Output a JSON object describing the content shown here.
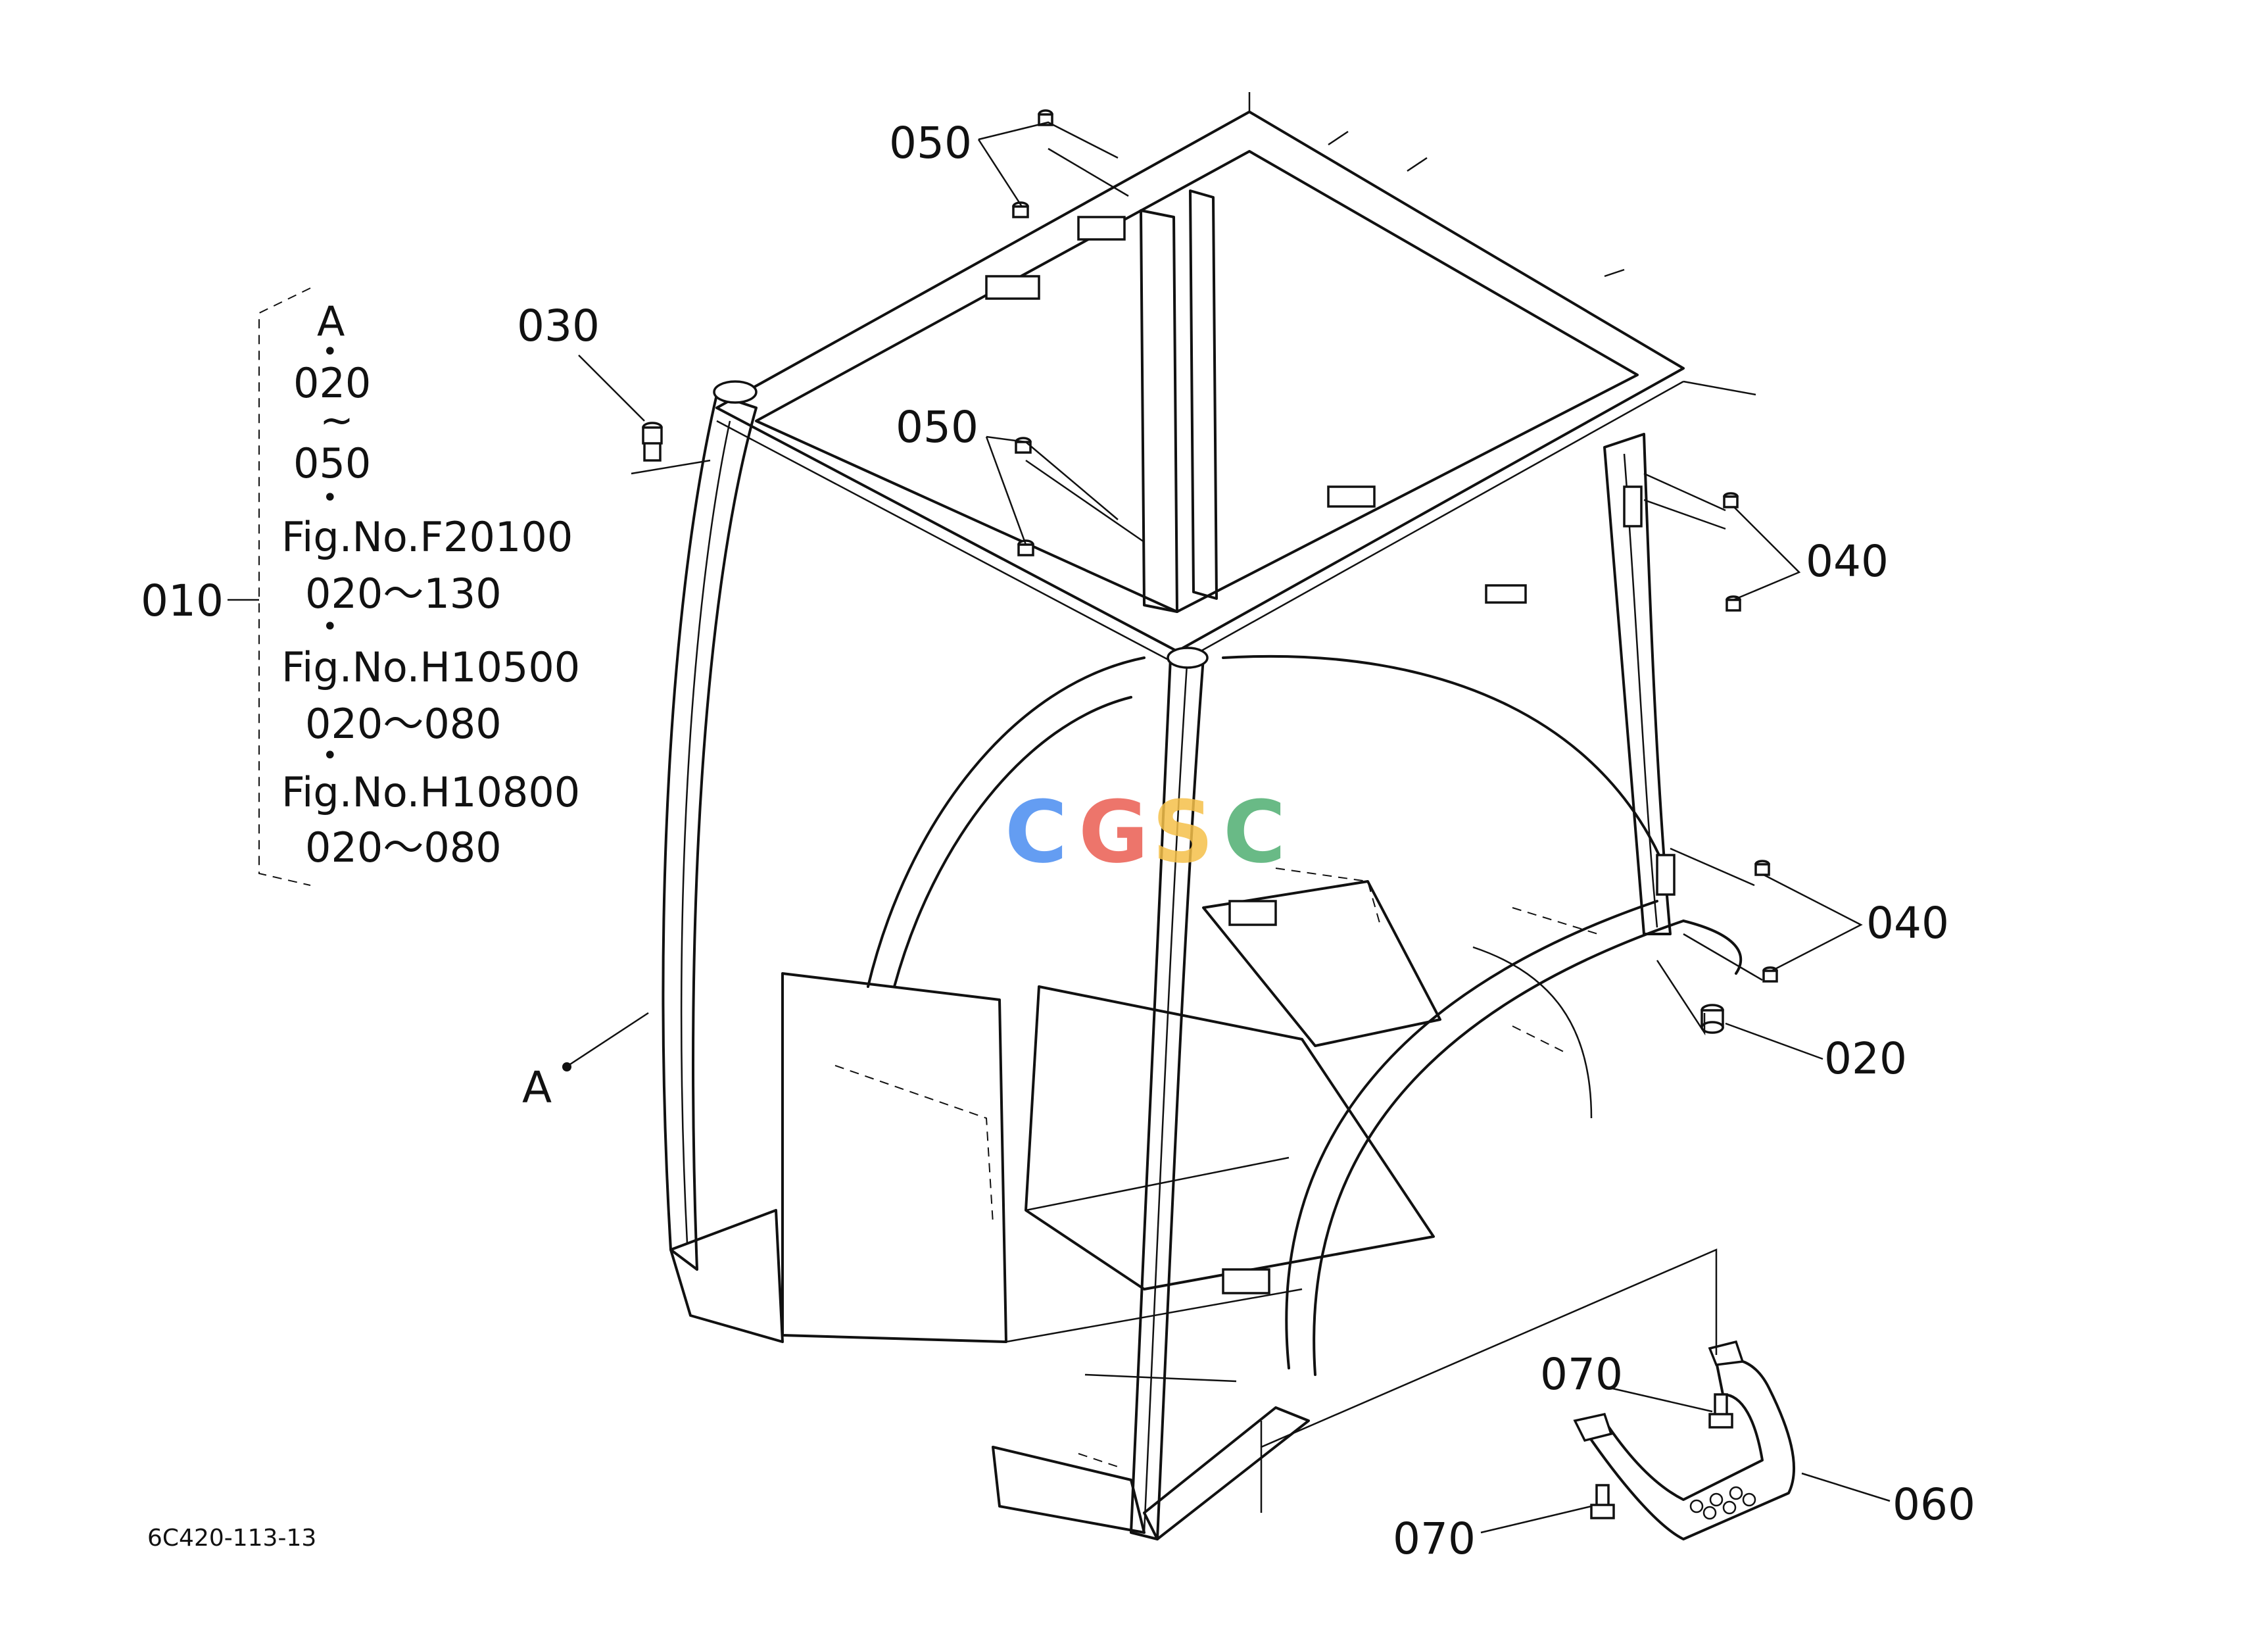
{
  "drawing_code": "6C420-113-13",
  "watermark": {
    "letters": [
      "C",
      "G",
      "S",
      "C"
    ],
    "colors": [
      "#4a8cf0",
      "#ea5d52",
      "#f5c04a",
      "#4fae72"
    ]
  },
  "legend": {
    "ref_label": "010",
    "lines": [
      "A",
      "•",
      "020",
      "~",
      "050",
      "•",
      "Fig.No.F20100",
      "020～130",
      "•",
      "Fig.No.H10500",
      "020～080",
      "•",
      "Fig.No.H10800",
      "020～080"
    ]
  },
  "callouts": {
    "c050_top": "050",
    "c030": "030",
    "c050_mid": "050",
    "c040_upper": "040",
    "c040_lower": "040",
    "c020": "020",
    "c070_upper": "070",
    "c070_lower": "070",
    "c060": "060",
    "point_a": "A"
  }
}
